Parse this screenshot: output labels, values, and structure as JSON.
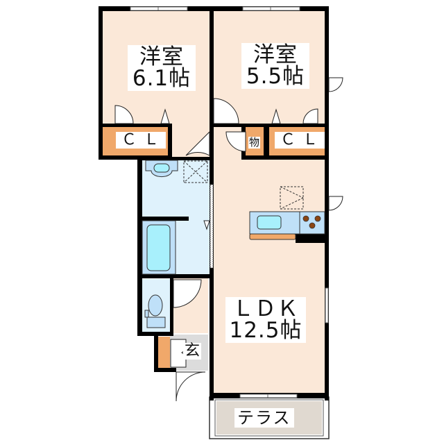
{
  "floor_plan": {
    "rooms": [
      {
        "id": "western-room-1",
        "name": "洋室",
        "size": "6.1帖"
      },
      {
        "id": "western-room-2",
        "name": "洋室",
        "size": "5.5帖"
      },
      {
        "id": "ldk",
        "name": "ＬＤＫ",
        "size": "12.5帖"
      }
    ],
    "closets": [
      {
        "id": "closet-1",
        "label": "ＣＬ"
      },
      {
        "id": "closet-2",
        "label": "ＣＬ"
      }
    ],
    "storage": {
      "label": "物"
    },
    "entrance": {
      "label": "玄"
    },
    "terrace": {
      "label": "テラス"
    }
  },
  "colors": {
    "room_floor": "#fbe8d8",
    "wet_area": "#dff2fc",
    "closet": "#f0a86a",
    "entrance": "#dcdcdc",
    "terrace": "#e0d9d0",
    "wall": "#000000",
    "fixture_blue": "#bfe0f8",
    "fixture_cyan": "#a8f0fc",
    "stove_burner": "#8b4513"
  }
}
